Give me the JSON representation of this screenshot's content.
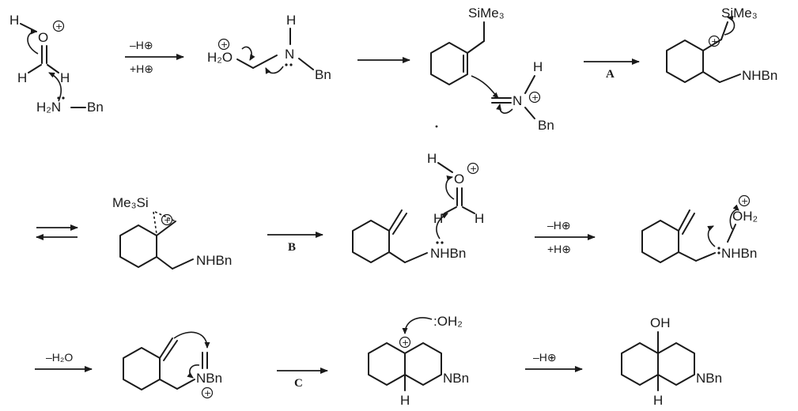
{
  "atoms": {
    "H": "H",
    "O": "O",
    "N": "N",
    "Bn": "Bn",
    "H2N": "H₂N",
    "H2O": "H₂O",
    "SiMe3": "SiMe₃",
    "NHBn": "NHBn",
    "Me3Si": "Me₃Si",
    "NBn": "NBn",
    "OH": "OH",
    "OH2": "OH₂",
    "lpOH2": ":OH₂"
  },
  "conditions": {
    "minusH": "–H⊕",
    "plusH": "+H⊕",
    "minusH2O": "–H₂O"
  },
  "steps": {
    "A": "A",
    "B": "B",
    "C": "C"
  },
  "colors": {
    "ink": "#1a1a1a",
    "background": "#ffffff"
  }
}
